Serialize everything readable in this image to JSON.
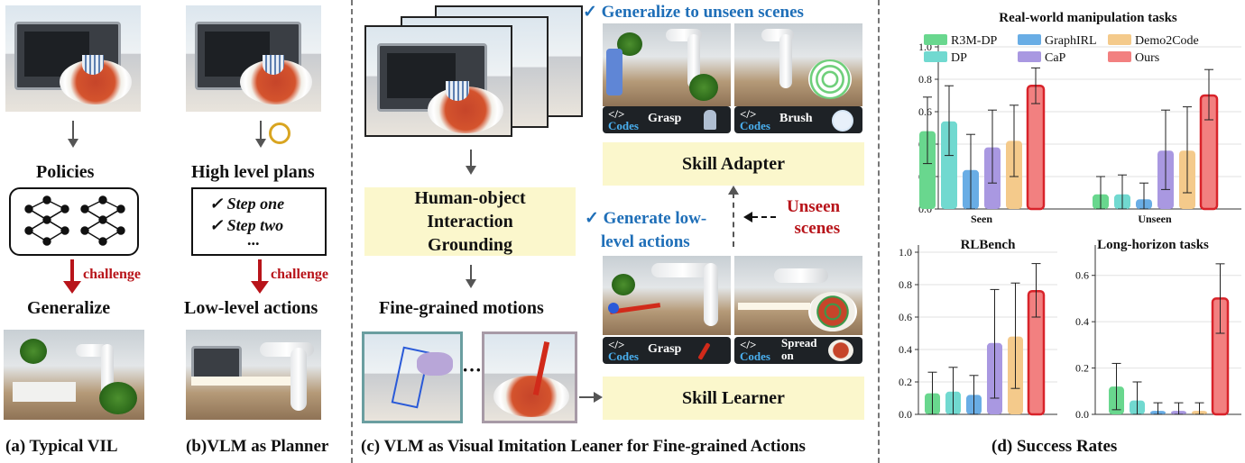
{
  "panel_a": {
    "policies_label": "Policies",
    "challenge_label": "challenge",
    "generalize_label": "Generalize",
    "caption": "(a) Typical VIL"
  },
  "panel_b": {
    "plans_label": "High level plans",
    "steps": [
      "Step one",
      "Step two",
      "..."
    ],
    "challenge_label": "challenge",
    "low_level_label": "Low-level actions",
    "caption": "(b)VLM as Planner"
  },
  "panel_c": {
    "generalize_title": "Generalize to unseen scenes",
    "hoi_grounding": "Human-object Interaction Grounding",
    "fine_grained": "Fine-grained motions",
    "dots": "···",
    "skill_adapter": "Skill Adapter",
    "skill_learner": "Skill Learner",
    "generate_title_1": "Generate low-",
    "generate_title_2": "level actions",
    "unseen_1": "Unseen",
    "unseen_2": "scenes",
    "code_symbol": "</>",
    "codes_label": "Codes",
    "skills_top": [
      "Grasp",
      "Brush"
    ],
    "skills_bottom": [
      "Grasp",
      "Spread on"
    ],
    "caption": "(c) VLM as Visual Imitation Leaner for Fine-grained Actions"
  },
  "panel_d": {
    "caption": "(d) Success Rates"
  },
  "colors": {
    "R3M-DP": "#4fd07a",
    "GraphIRL": "#4f9fe0",
    "Demo2Code": "#f2c177",
    "DP": "#58d2c8",
    "CaP": "#9a86dc",
    "Ours": "#f06a6a",
    "accent_blue": "#1f6fb8",
    "accent_red": "#b8141a"
  },
  "chart_data": [
    {
      "type": "bar",
      "title": "Real-world manipulation tasks",
      "categories": [
        "Seen",
        "Unseen"
      ],
      "ylim": [
        0,
        1.0
      ],
      "yticks": [
        "0.0",
        "0.2",
        "0.4",
        "0.6",
        "0.8",
        "1.0"
      ],
      "legend": [
        "R3M-DP",
        "GraphIRL",
        "Demo2Code",
        "DP",
        "CaP",
        "Ours"
      ],
      "series": [
        {
          "name": "R3M-DP",
          "values": [
            0.48,
            0.09
          ],
          "err_low": [
            0.28,
            0.0
          ],
          "err_high": [
            0.69,
            0.2
          ]
        },
        {
          "name": "DP",
          "values": [
            0.54,
            0.09
          ],
          "err_low": [
            0.33,
            0.0
          ],
          "err_high": [
            0.76,
            0.21
          ]
        },
        {
          "name": "GraphIRL",
          "values": [
            0.24,
            0.06
          ],
          "err_low": [
            0.0,
            0.0
          ],
          "err_high": [
            0.46,
            0.16
          ]
        },
        {
          "name": "CaP",
          "values": [
            0.38,
            0.36
          ],
          "err_low": [
            0.16,
            0.12
          ],
          "err_high": [
            0.61,
            0.61
          ]
        },
        {
          "name": "Demo2Code",
          "values": [
            0.42,
            0.36
          ],
          "err_low": [
            0.2,
            0.1
          ],
          "err_high": [
            0.64,
            0.63
          ]
        },
        {
          "name": "Ours",
          "values": [
            0.76,
            0.7
          ],
          "err_low": [
            0.65,
            0.55
          ],
          "err_high": [
            0.87,
            0.86
          ]
        }
      ]
    },
    {
      "type": "bar",
      "title": "RLBench",
      "ylim": [
        0,
        1.0
      ],
      "yticks": [
        "0.0",
        "0.2",
        "0.4",
        "0.6",
        "0.8",
        "1.0"
      ],
      "series": [
        {
          "name": "R3M-DP",
          "values": [
            0.13
          ],
          "err_low": [
            0.0
          ],
          "err_high": [
            0.26
          ]
        },
        {
          "name": "DP",
          "values": [
            0.14
          ],
          "err_low": [
            0.0
          ],
          "err_high": [
            0.29
          ]
        },
        {
          "name": "GraphIRL",
          "values": [
            0.12
          ],
          "err_low": [
            0.0
          ],
          "err_high": [
            0.24
          ]
        },
        {
          "name": "CaP",
          "values": [
            0.44
          ],
          "err_low": [
            0.1
          ],
          "err_high": [
            0.77
          ]
        },
        {
          "name": "Demo2Code",
          "values": [
            0.48
          ],
          "err_low": [
            0.16
          ],
          "err_high": [
            0.81
          ]
        },
        {
          "name": "Ours",
          "values": [
            0.76
          ],
          "err_low": [
            0.6
          ],
          "err_high": [
            0.93
          ]
        }
      ]
    },
    {
      "type": "bar",
      "title": "Long-horizon tasks",
      "ylim": [
        0,
        0.7
      ],
      "yticks": [
        "0.0",
        "0.2",
        "0.4",
        "0.6"
      ],
      "series": [
        {
          "name": "R3M-DP",
          "values": [
            0.12
          ],
          "err_low": [
            0.02
          ],
          "err_high": [
            0.22
          ]
        },
        {
          "name": "DP",
          "values": [
            0.06
          ],
          "err_low": [
            0.0
          ],
          "err_high": [
            0.14
          ]
        },
        {
          "name": "GraphIRL",
          "values": [
            0.015
          ],
          "err_low": [
            0.0
          ],
          "err_high": [
            0.05
          ]
        },
        {
          "name": "CaP",
          "values": [
            0.015
          ],
          "err_low": [
            0.0
          ],
          "err_high": [
            0.05
          ]
        },
        {
          "name": "Demo2Code",
          "values": [
            0.015
          ],
          "err_low": [
            0.0
          ],
          "err_high": [
            0.05
          ]
        },
        {
          "name": "Ours",
          "values": [
            0.5
          ],
          "err_low": [
            0.35
          ],
          "err_high": [
            0.65
          ]
        }
      ]
    }
  ]
}
